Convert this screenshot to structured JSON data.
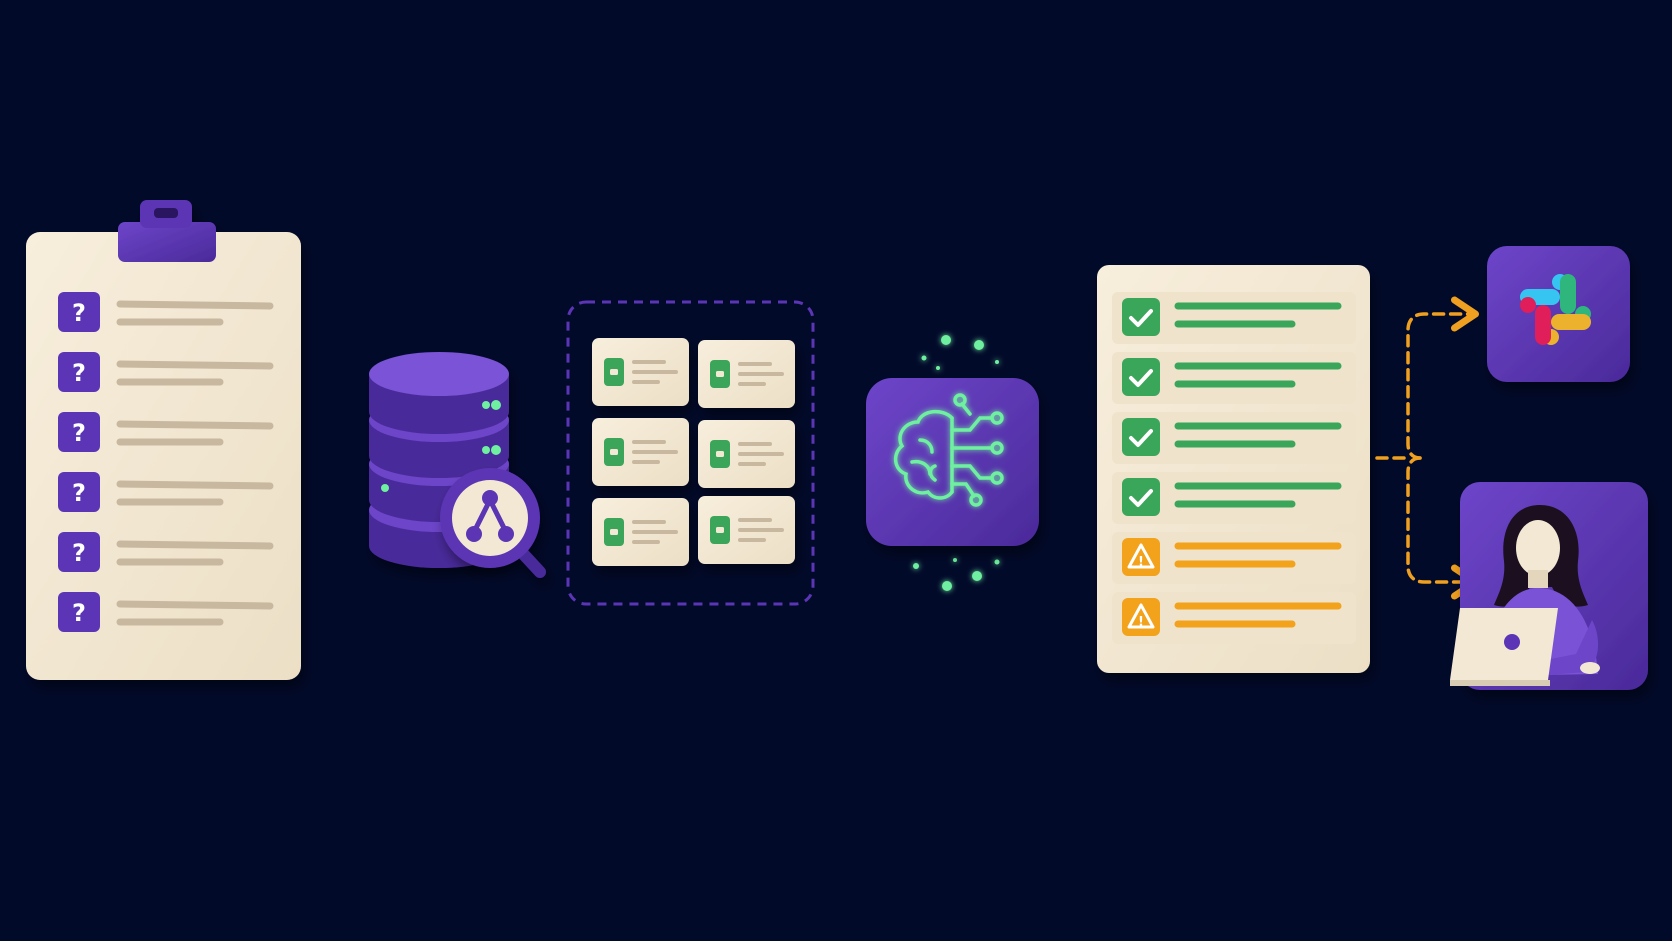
{
  "colors": {
    "background": "#020a2a",
    "purple": "#5b35b5",
    "purple_light": "#7a52d6",
    "purple_dark": "#3e2284",
    "paper": "#f3e8d3",
    "paper_shadow": "#d9ccb4",
    "line_tan": "#c8b8a0",
    "green": "#3aa65a",
    "green_arrow": "#6ef0a0",
    "orange": "#f2a21b",
    "orange_arrow": "#f0a020"
  },
  "questions": {
    "icon": "question-mark-icon",
    "glyph": "?",
    "count": 6
  },
  "results": {
    "approved_count": 4,
    "flagged_count": 2,
    "approved_icon": "checkmark-icon",
    "flagged_icon": "warning-icon",
    "warning_glyph": "!"
  },
  "clusters": {
    "card_count": 6
  },
  "destinations": [
    "slack-logo",
    "human-reviewer"
  ]
}
